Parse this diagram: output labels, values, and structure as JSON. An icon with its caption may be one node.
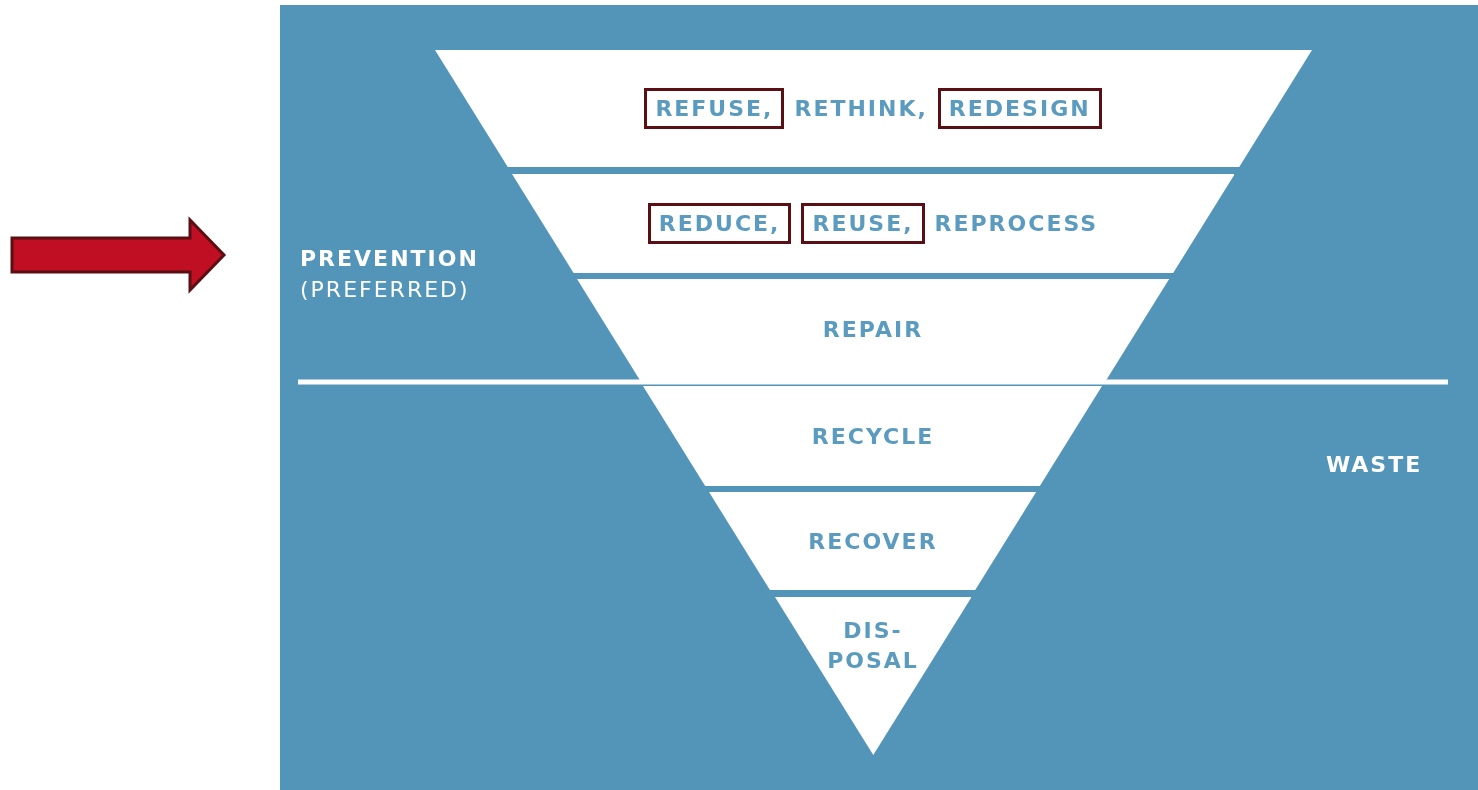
{
  "diagram": {
    "nodes": [
      {
        "text": [
          "RETHINK,"
        ]
      },
      {
        "text": [
          "REFUSE,"
        ],
        "in": 0
      },
      {
        "text": [
          "REDESIGN"
        ],
        "in": 0
      },
      {
        "text": [
          "REPROCESS"
        ]
      },
      {
        "text": [
          "REDUCE,"
        ],
        "in": 3
      },
      {
        "text": [
          "REUSE,"
        ],
        "in": 3
      },
      {
        "text": [
          "REPAIR"
        ]
      },
      {
        "text": [
          "RECYCLE"
        ]
      },
      {
        "text": [
          "RECOVER"
        ]
      },
      {
        "text": [
          "DIS- POSAL"
        ]
      }
    ],
    "labels": [
      "PREVENTION",
      "(PREFERRED)",
      "WASTE"
    ]
  }
}
